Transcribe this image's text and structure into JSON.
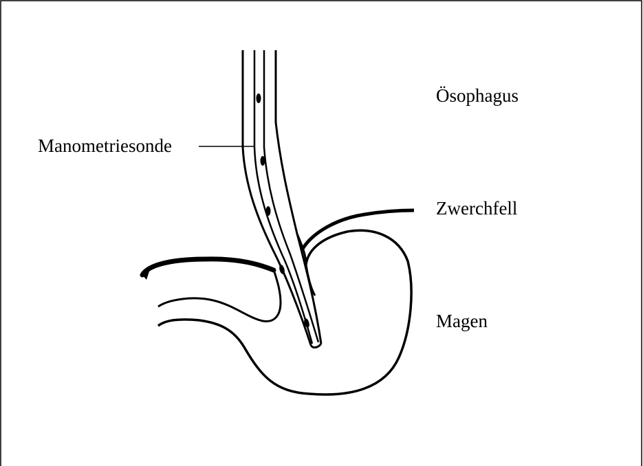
{
  "labels": {
    "esophagus": "Ösophagus",
    "probe": "Manometriesonde",
    "diaphragm": "Zwerchfell",
    "stomach": "Magen"
  },
  "colors": {
    "ink": "#000000",
    "background": "#ffffff"
  }
}
